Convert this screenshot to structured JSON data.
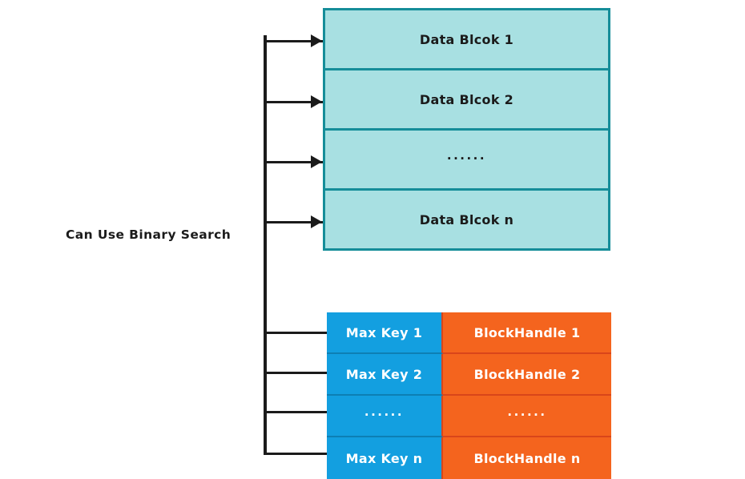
{
  "diagram": {
    "title_label": "Can Use Binary Search",
    "data_block": {
      "name": "data-block-stack",
      "fill_color": "#a8e0e2",
      "border_color": "#158d99",
      "rows": [
        {
          "label": "Data Blcok 1"
        },
        {
          "label": "Data Blcok 2"
        },
        {
          "label": "......"
        },
        {
          "label": "Data Blcok n"
        }
      ]
    },
    "index_block": {
      "name": "index-block-table",
      "key_color": "#139fe0",
      "handle_color": "#f4641e",
      "rows": [
        {
          "key": "Max Key 1",
          "handle": "BlockHandle 1"
        },
        {
          "key": "Max Key 2",
          "handle": "BlockHandle 2"
        },
        {
          "key": "......",
          "handle": "......"
        },
        {
          "key": "Max Key n",
          "handle": "BlockHandle n"
        }
      ]
    },
    "connectors": {
      "arrow_color": "#1b1b1b",
      "arrow_count": 4,
      "line_count": 4
    }
  }
}
